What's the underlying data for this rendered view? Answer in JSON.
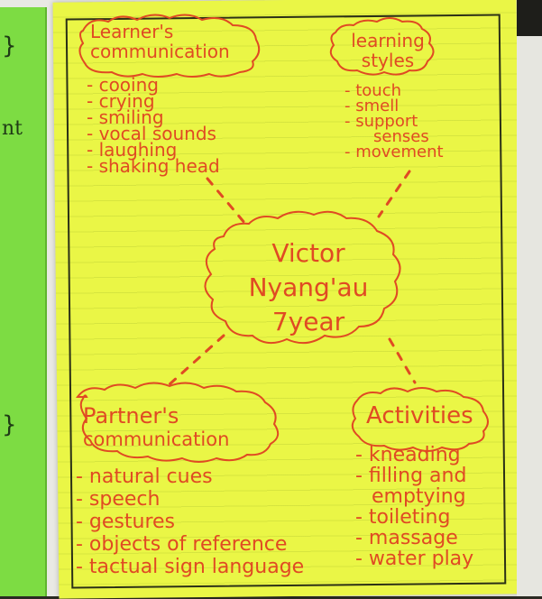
{
  "left_sheet": {
    "partial_text": "nt"
  },
  "center": {
    "lines": [
      "Victor",
      "Nyang'au",
      "7year"
    ]
  },
  "learners_communication": {
    "title_lines": [
      "Learner's",
      "communication"
    ],
    "items": [
      "- cooing",
      "- crying",
      "- smiling",
      "- vocal sounds",
      "- laughing",
      "- shaking head"
    ]
  },
  "learning_styles": {
    "title_lines": [
      "learning",
      "styles"
    ],
    "items": [
      "- touch",
      "- smell",
      "- support",
      "senses",
      "- movement"
    ]
  },
  "partners_communication": {
    "title_lines": [
      "Partner's",
      "communication"
    ],
    "items": [
      "- natural cues",
      "- speech",
      "- gestures",
      "- objects of reference",
      "- tactual sign language"
    ]
  },
  "activities": {
    "title": "Activities",
    "items": [
      "- kneading",
      "- filling and",
      "emptying",
      "- toileting",
      "- massage",
      "- water play"
    ]
  },
  "colors": {
    "poster": "#eaf646",
    "ink": "#e04a23",
    "left_sheet": "#7ddc43"
  }
}
